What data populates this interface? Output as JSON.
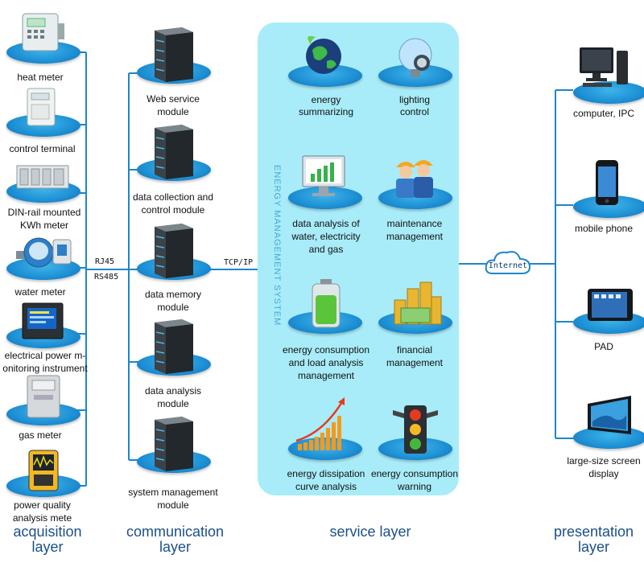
{
  "acquisition": {
    "title_line1": "acquisition",
    "title_line2": "layer",
    "devices": [
      {
        "name": "heat-meter",
        "label": "heat meter"
      },
      {
        "name": "control-terminal",
        "label": "control terminal"
      },
      {
        "name": "din-rail-meter",
        "label_line1": "DIN-rail mounted",
        "label_line2": "KWh meter"
      },
      {
        "name": "water-meter",
        "label": "water meter"
      },
      {
        "name": "power-monitor",
        "label_line1": "electrical power m-",
        "label_line2": "onitoring instrument"
      },
      {
        "name": "gas-meter",
        "label": "gas meter"
      },
      {
        "name": "power-quality",
        "label_line1": "power quality",
        "label_line2": "analysis mete"
      }
    ]
  },
  "protocols": {
    "rj45": "RJ45",
    "rs485": "RS485",
    "tcpip": "TCP/IP"
  },
  "communication": {
    "title_line1": "communication",
    "title_line2": "layer",
    "modules": [
      {
        "label_line1": "Web service",
        "label_line2": "module"
      },
      {
        "label_line1": "data collection and",
        "label_line2": "control module"
      },
      {
        "label_line1": "data memory",
        "label_line2": "module"
      },
      {
        "label_line1": "data analysis",
        "label_line2": "module"
      },
      {
        "label_line1": "system management",
        "label_line2": "module"
      }
    ]
  },
  "service": {
    "title": "service layer",
    "system_label": "ENERGY MANAGEMENT SYSTEM",
    "items": [
      {
        "label_line1": "energy",
        "label_line2": "summarizing"
      },
      {
        "label_line1": "lighting",
        "label_line2": "control"
      },
      {
        "label_line1": "data analysis of",
        "label_line2": "water, electricity",
        "label_line3": "and gas"
      },
      {
        "label_line1": "maintenance",
        "label_line2": "management"
      },
      {
        "label_line1": "energy consumption",
        "label_line2": "and load analysis",
        "label_line3": "management"
      },
      {
        "label_line1": "financial",
        "label_line2": "management"
      },
      {
        "label_line1": "energy dissipation",
        "label_line2": "curve analysis"
      },
      {
        "label_line1": "energy consumption",
        "label_line2": "warning"
      }
    ]
  },
  "internet_label": "Internet",
  "presentation": {
    "title_line1": "presentation",
    "title_line2": "layer",
    "devices": [
      {
        "label": "computer, IPC"
      },
      {
        "label": "mobile phone"
      },
      {
        "label": "PAD"
      },
      {
        "label_line1": "large-size screen",
        "label_line2": "display"
      }
    ]
  },
  "colors": {
    "bus_line": "#1f86c8",
    "panel": "#a8ecf9",
    "disc": "#1d8fd4",
    "title": "#1b4f8a"
  }
}
